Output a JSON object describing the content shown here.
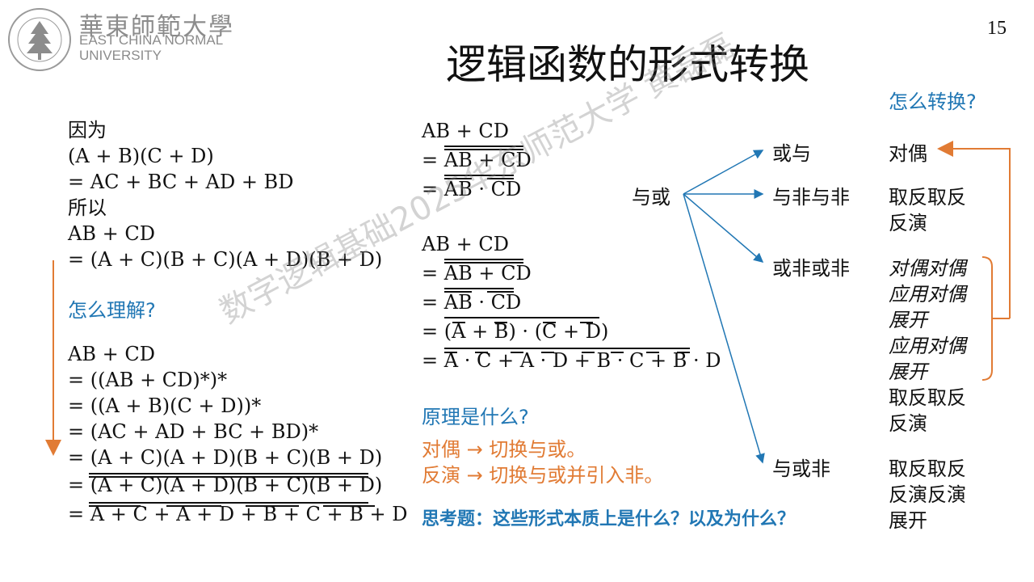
{
  "header": {
    "logo_cn": "華東師範大學",
    "logo_en_line1": "EAST CHINA NORMAL",
    "logo_en_line2": "UNIVERSITY",
    "slide_number": "15",
    "title": "逻辑函数的形式转换"
  },
  "left": {
    "lines": [
      "因为",
      "(A + B)(C + D)",
      "= AC + BC + AD + BD",
      "所以",
      "AB + CD",
      "= (A + C)(B + C)(A + D)(B + D)"
    ],
    "question": "怎么理解?",
    "dual_lines": [
      "AB + CD",
      "= ((AB + CD)*)*",
      "= ((A + B)(C + D))*",
      "= (AC + AD + BC + BD)*",
      "= (A + C)(A + D)(B + C)(B + D)",
      "= (A + C)(A + D)(B + C)(B + D)",
      "= A + C + A + D + B + C + B + D"
    ]
  },
  "middle": {
    "block1": [
      "AB + CD",
      "= AB + CD",
      "= AB · CD"
    ],
    "block2": [
      "AB + CD",
      "= AB + CD",
      "= AB · CD",
      "= (A + B) · (C + D)",
      "= A · C + A · D + B · C + B · D"
    ],
    "question": "原理是什么?",
    "dual_note": "对偶 → 切换与或。",
    "demorgan_note": "反演 → 切换与或并引入非。",
    "think": "思考题：这些形式本质上是什么？以及为什么？"
  },
  "diagram": {
    "source": "与或",
    "targets": [
      "或与",
      "与非与非",
      "或非或非",
      "与或非"
    ],
    "how_question": "怎么转换?",
    "methods": {
      "huoyu": "对偶",
      "yufeiyufei_1": "取反取反",
      "yufeiyufei_2": "反演",
      "huofei_1": "对偶对偶",
      "huofei_2": "应用对偶",
      "huofei_3": "展开",
      "huofei_4": "应用对偶",
      "huofei_5": "展开",
      "huofei_6": "取反取反",
      "huofei_7": "反演",
      "yuhuofei_1": "取反取反",
      "yuhuofei_2": "反演反演",
      "yuhuofei_3": "展开"
    }
  },
  "watermark": "数字逻辑基础2025华东师范大学 黄磊磊",
  "colors": {
    "blue": "#2177b4",
    "orange": "#e17b34",
    "gray": "#8c8c8c"
  }
}
